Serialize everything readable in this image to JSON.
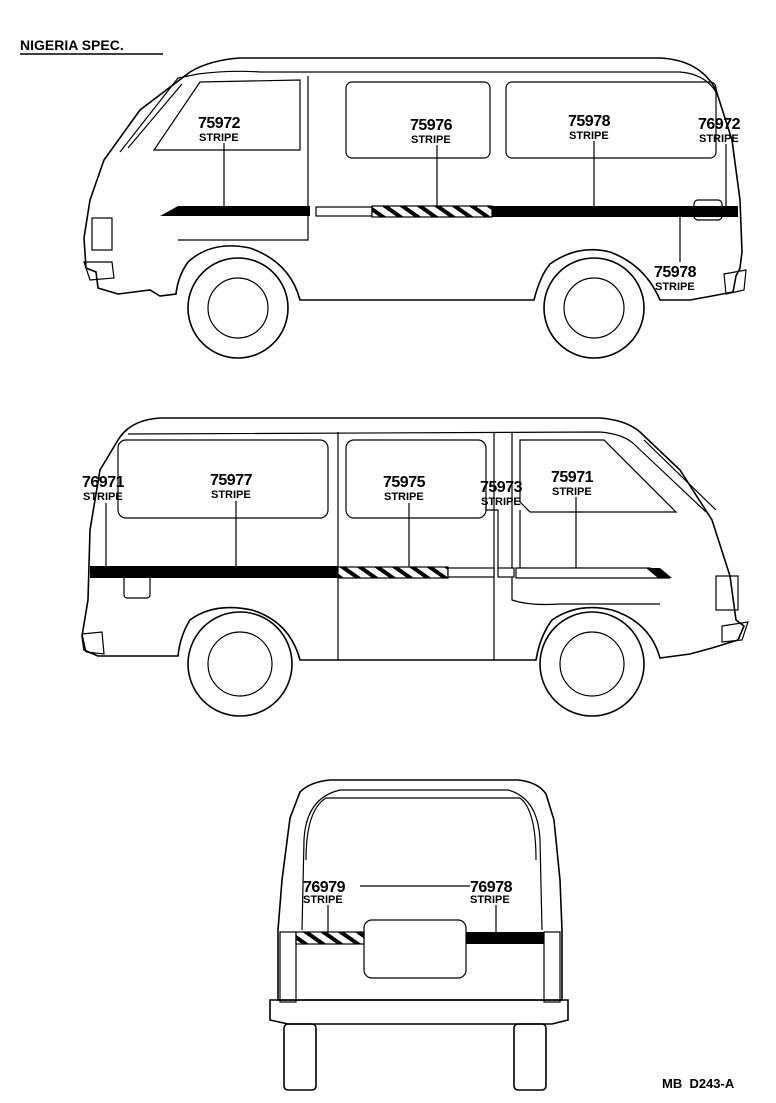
{
  "header": {
    "title": "NIGERIA SPEC."
  },
  "footer": {
    "code": "MB  D243-A"
  },
  "colors": {
    "ink": "#000000",
    "paper": "#ffffff"
  },
  "callouts": {
    "c75972": {
      "part": "75972",
      "label": "STRIPE"
    },
    "c75976": {
      "part": "75976",
      "label": "STRIPE"
    },
    "c75978a": {
      "part": "75978",
      "label": "STRIPE"
    },
    "c76972": {
      "part": "76972",
      "label": "STRIPE"
    },
    "c75978b": {
      "part": "75978",
      "label": "STRIPE"
    },
    "c76971": {
      "part": "76971",
      "label": "STRIPE"
    },
    "c75977": {
      "part": "75977",
      "label": "STRIPE"
    },
    "c75975": {
      "part": "75975",
      "label": "STRIPE"
    },
    "c75973": {
      "part": "75973",
      "label": "STRIPE"
    },
    "c75971": {
      "part": "75971",
      "label": "STRIPE"
    },
    "c76979": {
      "part": "76979",
      "label": "STRIPE"
    },
    "c76978": {
      "part": "76978",
      "label": "STRIPE"
    }
  }
}
